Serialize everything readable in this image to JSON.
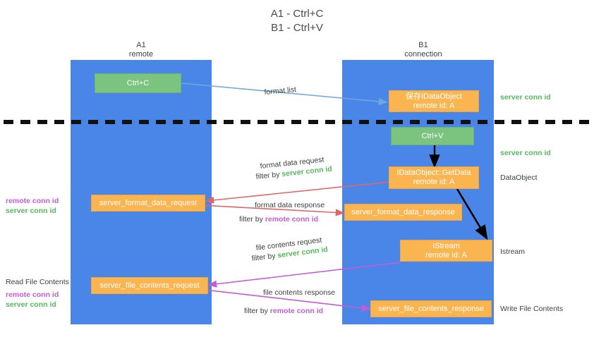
{
  "title": {
    "line1": "A1 - Ctrl+C",
    "line2": "B1 - Ctrl+V"
  },
  "lanes": [
    {
      "id": "a1",
      "name": "A1",
      "sub": "remote",
      "color": "#4a86e8"
    },
    {
      "id": "b1",
      "name": "B1",
      "sub": "connection",
      "color": "#4a86e8"
    }
  ],
  "colors": {
    "lane": "#4a86e8",
    "green_box": "#7bc47f",
    "orange_box": "#fbb550",
    "server_conn": "#57b75c",
    "remote_conn": "#c45bd4",
    "arrow_blue": "#6fa8dc",
    "arrow_red": "#e06666",
    "arrow_magenta": "#c45bd4",
    "arrow_black": "#000000"
  },
  "nodes": [
    {
      "id": "ctrl-c",
      "label": "Ctrl+C",
      "sub": "",
      "style": "green"
    },
    {
      "id": "save-idataobject",
      "label": "保存IDataObject",
      "sub": "remote id: A",
      "style": "orange"
    },
    {
      "id": "ctrl-v",
      "label": "Ctrl+V",
      "sub": "",
      "style": "green"
    },
    {
      "id": "idataobject-getdata",
      "label": "IDataObject::GetData",
      "sub": "remote id: A",
      "style": "orange"
    },
    {
      "id": "server-format-data-request",
      "label": "server_format_data_request",
      "sub": "",
      "style": "orange"
    },
    {
      "id": "server-format-data-response",
      "label": "server_format_data_response",
      "sub": "",
      "style": "orange"
    },
    {
      "id": "istream",
      "label": "IStream",
      "sub": "remote id: A",
      "style": "orange"
    },
    {
      "id": "server-file-contents-request",
      "label": "server_file_contents_request",
      "sub": "",
      "style": "orange"
    },
    {
      "id": "server-file-contents-response",
      "label": "server_file_contents_response",
      "sub": "",
      "style": "orange"
    }
  ],
  "edge_labels": {
    "format_list": "format list",
    "format_data_request": "format data request",
    "format_data_request_filter_prefix": "filter by ",
    "format_data_request_filter_key": "server conn id",
    "format_data_response": "format data response",
    "format_data_response_filter_prefix": "filter by ",
    "format_data_response_filter_key": "remote conn id",
    "file_contents_request": "file contents request",
    "file_contents_request_filter_prefix": "filter by ",
    "file_contents_request_filter_key": "server conn id",
    "file_contents_response": "file contents response",
    "file_contents_response_filter_prefix": "filter by ",
    "file_contents_response_filter_key": "remote conn id"
  },
  "right_annotations": [
    {
      "id": "r1",
      "text": "server conn id",
      "style": "green"
    },
    {
      "id": "r2",
      "text": "server conn id",
      "style": "green"
    },
    {
      "id": "r3",
      "text": "DataObject",
      "style": "plain"
    },
    {
      "id": "r4",
      "text": "Istream",
      "style": "plain"
    },
    {
      "id": "r5",
      "text": "Write File Contents",
      "style": "plain"
    }
  ],
  "left_annotations": {
    "group1": {
      "remote": "remote conn id",
      "server": "server conn id"
    },
    "group2": {
      "heading": "Read File Contents",
      "remote": "remote conn id",
      "server": "server conn id"
    }
  }
}
